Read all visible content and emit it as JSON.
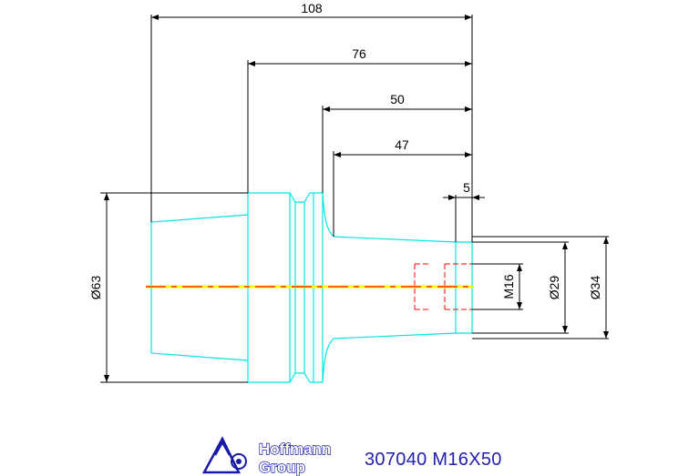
{
  "dimensions": {
    "overall_length": "108",
    "length_76": "76",
    "length_50": "50",
    "length_47": "47",
    "thread_depth": "5",
    "diameter_63": "Ø63",
    "thread": "M16",
    "diameter_29": "Ø29",
    "diameter_34": "Ø34"
  },
  "logo": {
    "line1": "Hoffmann",
    "line2": "Group"
  },
  "part_number": "307040 M16X50",
  "colors": {
    "part_outline": "#00e5e5",
    "dimension": "#000000",
    "thread_hidden": "#ff0000",
    "centerline": "#ffff00",
    "logo": "#1a1aa8",
    "part_number": "#1f1fb0"
  }
}
